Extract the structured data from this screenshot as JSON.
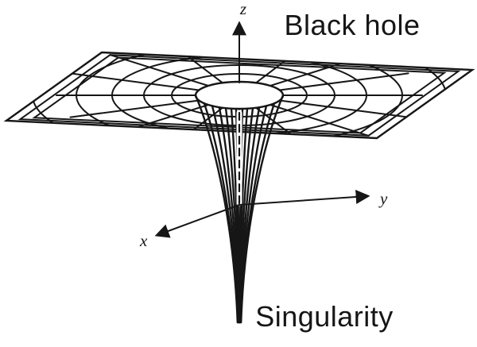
{
  "figure": {
    "top_label": "Black hole",
    "bottom_label": "Singularity",
    "axis_labels": {
      "z": "z",
      "y": "y",
      "x": "x"
    },
    "colors": {
      "ink": "#161616",
      "background": "#ffffff"
    }
  }
}
